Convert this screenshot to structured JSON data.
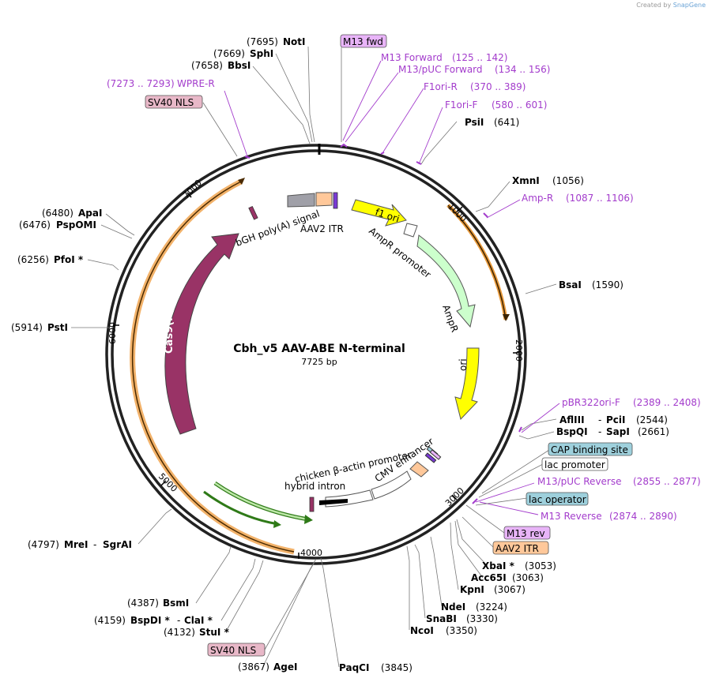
{
  "credit": {
    "prefix": "Created by",
    "brand": "SnapGene"
  },
  "plasmid": {
    "name": "Cbh_v5 AAV-ABE N-terminal",
    "length_label": "7725 bp"
  },
  "ticks": [
    "1000",
    "2000",
    "3000",
    "4000",
    "5000",
    "6000",
    "7000"
  ],
  "sites": [
    {
      "pos": "(7695)",
      "name": "NotI"
    },
    {
      "pos": "(7669)",
      "name": "SphI"
    },
    {
      "pos": "(7658)",
      "name": "BbsI"
    },
    {
      "pos": "(641)",
      "name": "PsiI"
    },
    {
      "pos": "(1056)",
      "name": "XmnI"
    },
    {
      "pos": "(1590)",
      "name": "BsaI"
    },
    {
      "pos": "(2544)",
      "name": "AflIII",
      "name2": "PciI"
    },
    {
      "pos": "(2661)",
      "name": "BspQI",
      "name2": "SapI"
    },
    {
      "pos": "(3053)",
      "name": "XbaI *"
    },
    {
      "pos": "(3063)",
      "name": "Acc65I"
    },
    {
      "pos": "(3067)",
      "name": "KpnI"
    },
    {
      "pos": "(3224)",
      "name": "NdeI"
    },
    {
      "pos": "(3330)",
      "name": "SnaBI"
    },
    {
      "pos": "(3350)",
      "name": "NcoI"
    },
    {
      "pos": "(3845)",
      "name": "PaqCI"
    },
    {
      "pos": "(3867)",
      "name": "AgeI"
    },
    {
      "pos": "(4132)",
      "name": "StuI *"
    },
    {
      "pos": "(4159)",
      "name": "BspDI *",
      "name2": "ClaI *"
    },
    {
      "pos": "(4387)",
      "name": "BsmI"
    },
    {
      "pos": "(4797)",
      "name": "MreI",
      "name2": "SgrAI"
    },
    {
      "pos": "(5914)",
      "name": "PstI"
    },
    {
      "pos": "(6256)",
      "name": "PfoI *"
    },
    {
      "pos": "(6476)",
      "name": "PspOMI"
    },
    {
      "pos": "(6480)",
      "name": "ApaI"
    }
  ],
  "primers": [
    {
      "name": "M13 Forward",
      "range": "(125 .. 142)"
    },
    {
      "name": "M13/pUC Forward",
      "range": "(134 .. 156)"
    },
    {
      "name": "F1ori-R",
      "range": "(370 .. 389)"
    },
    {
      "name": "F1ori-F",
      "range": "(580 .. 601)"
    },
    {
      "name": "Amp-R",
      "range": "(1087 .. 1106)"
    },
    {
      "name": "pBR322ori-F",
      "range": "(2389 .. 2408)"
    },
    {
      "name": "M13/pUC Reverse",
      "range": "(2855 .. 2877)"
    },
    {
      "name": "M13 Reverse",
      "range": "(2874 .. 2890)"
    },
    {
      "name": "WPRE-R",
      "range": "(7273 .. 7293)"
    }
  ],
  "boxed_features": [
    {
      "name": "M13 fwd",
      "color": "#e8b4f8"
    },
    {
      "name": "SV40 NLS",
      "color": "#e8b8c8"
    },
    {
      "name": "CAP binding site",
      "color": "#9ed0dc"
    },
    {
      "name": "lac promoter",
      "color": "#ffffff"
    },
    {
      "name": "lac operator",
      "color": "#9ed0dc"
    },
    {
      "name": "M13 rev",
      "color": "#e8b4f8"
    },
    {
      "name": "AAV2 ITR",
      "color": "#ffc89a"
    },
    {
      "name": "SV40 NLS",
      "color": "#e8b8c8"
    }
  ],
  "features": [
    {
      "name": "f1 ori",
      "color": "#ffff00"
    },
    {
      "name": "AmpR promoter",
      "color": "#ffffff"
    },
    {
      "name": "AmpR",
      "color": "#ccffcc"
    },
    {
      "name": "ori",
      "color": "#ffff00"
    },
    {
      "name": "CMV enhancer",
      "color": "#ffffff"
    },
    {
      "name": "chicken β-actin promoter",
      "color": "#ffffff"
    },
    {
      "name": "hybrid intron",
      "color": "#000000"
    },
    {
      "name": "Cas9(N)",
      "color": "#993366"
    },
    {
      "name": "bGH poly(A) signal",
      "color": "#a0a0a8"
    },
    {
      "name": "AAV2 ITR",
      "color": "#ffc89a"
    }
  ]
}
